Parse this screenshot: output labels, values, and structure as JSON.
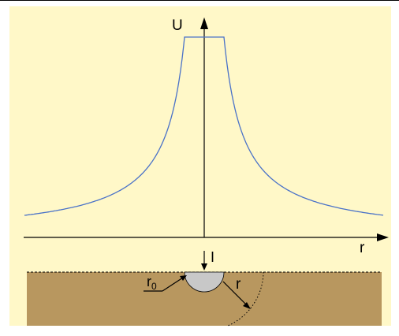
{
  "diagram": {
    "y_axis_label": "U",
    "x_axis_label": "r",
    "current_label": "I",
    "electrode_radius_label_main": "r",
    "electrode_radius_label_sub": "0",
    "distance_label": "r",
    "colors": {
      "border": "#000000",
      "background": "#fff8c8",
      "curve": "#4a72c8",
      "soil": "#b8975f",
      "electrode": "#c8c8c8",
      "axis": "#000000"
    }
  }
}
